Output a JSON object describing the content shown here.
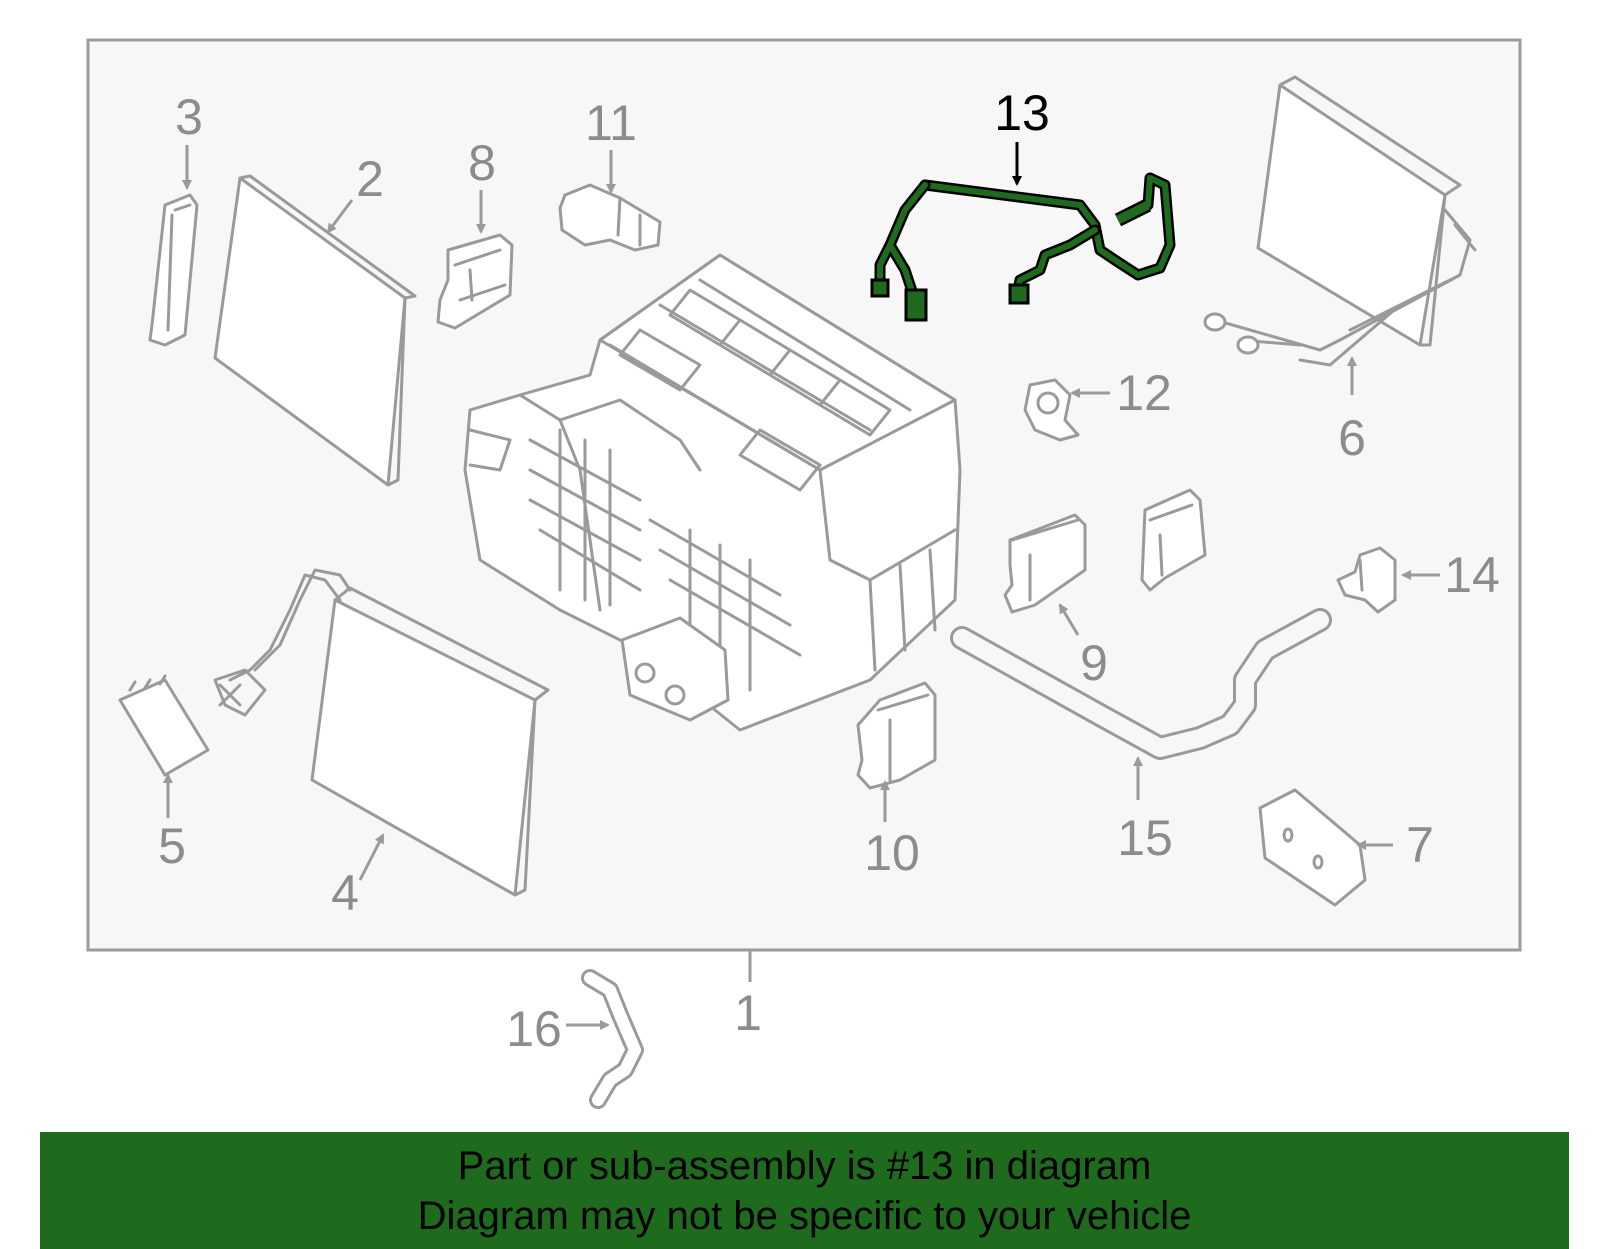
{
  "colors": {
    "highlight": "#1e6b1e",
    "line": "#9a9a9a",
    "banner": "#1e6b1e",
    "frame_bg": "#f7f7f7"
  },
  "callouts": {
    "c1": "1",
    "c2": "2",
    "c3": "3",
    "c4": "4",
    "c5": "5",
    "c6": "6",
    "c7": "7",
    "c8": "8",
    "c9": "9",
    "c10": "10",
    "c11": "11",
    "c12": "12",
    "c13": "13",
    "c14": "14",
    "c15": "15",
    "c16": "16"
  },
  "highlighted_part": "13",
  "banner": {
    "line1": "Part or sub-assembly is #13 in diagram",
    "line2": "Diagram may not be specific to your vehicle"
  }
}
